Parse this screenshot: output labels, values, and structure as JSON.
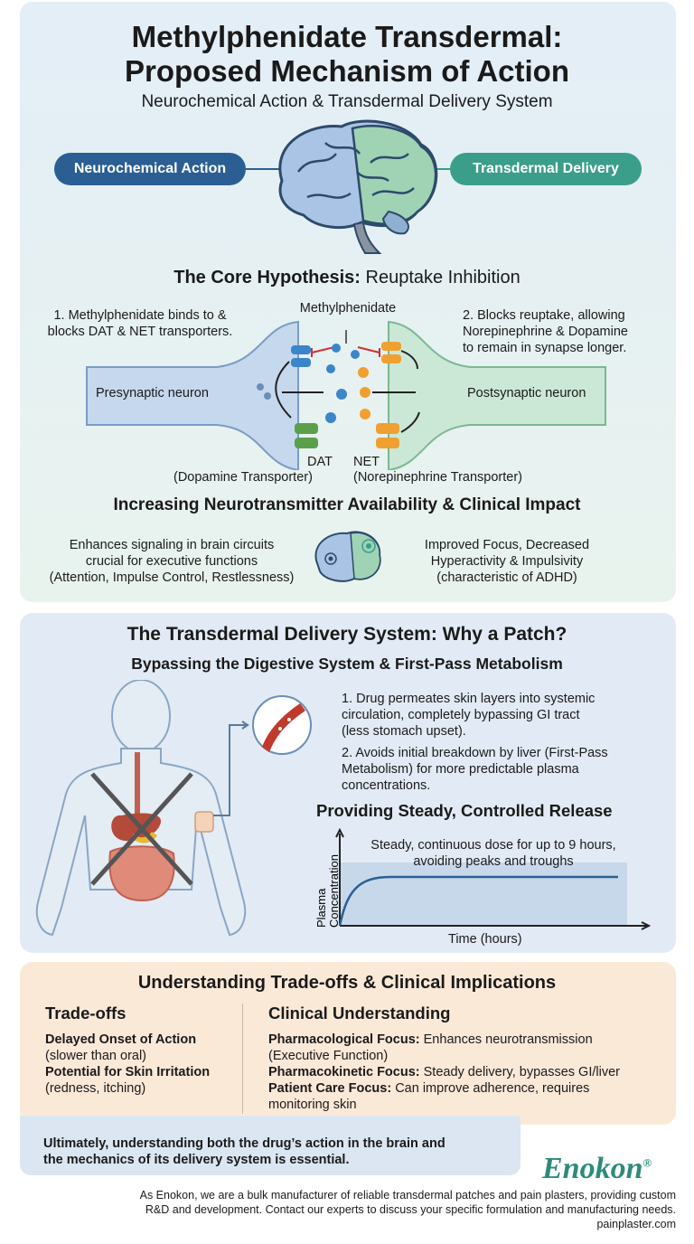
{
  "header": {
    "title_line1": "Methylphenidate Transdermal:",
    "title_line2": "Proposed Mechanism of Action",
    "subtitle": "Neurochemical Action & Transdermal Delivery System"
  },
  "pills": {
    "neurochemical": "Neurochemical Action",
    "transdermal": "Transdermal Delivery"
  },
  "hypothesis": {
    "heading_bold": "The Core Hypothesis:",
    "heading_rest": " Reuptake Inhibition",
    "step1_line1": "1. Methylphenidate binds to &",
    "step1_line2": "blocks DAT & NET transporters.",
    "drug_label": "Methylphenidate",
    "step2_line1": "2. Blocks reuptake, allowing",
    "step2_line2": "Norepinephrine & Dopamine",
    "step2_line3": "to remain in synapse longer.",
    "presynaptic": "Presynaptic neuron",
    "postsynaptic": "Postsynaptic neuron",
    "dat_label": "DAT",
    "dat_full": "(Dopamine Transporter)",
    "net_label": "NET",
    "net_full": "(Norepinephrine Transporter)",
    "colors": {
      "dat": "#5aa04a",
      "net": "#f0a030",
      "transporter_blue": "#3a86c8",
      "inhibit": "#d03030"
    }
  },
  "availability": {
    "heading": "Increasing Neurotransmitter Availability & Clinical Impact",
    "left_line1": "Enhances signaling in brain circuits",
    "left_line2": "crucial for executive functions",
    "left_line3": "(Attention, Impulse Control, Restlessness)",
    "right_line1": "Improved Focus, Decreased",
    "right_line2": "Hyperactivity & Impulsivity",
    "right_line3": "(characteristic of ADHD)"
  },
  "delivery": {
    "heading": "The Transdermal Delivery System: Why a Patch?",
    "subheading": "Bypassing the Digestive System & First-Pass Metabolism",
    "point1_line1": "1. Drug permeates skin layers into systemic",
    "point1_line2": "circulation, completely bypassing GI tract",
    "point1_line3": "(less stomach upset).",
    "point2_line1": "2. Avoids initial breakdown by liver (First-Pass",
    "point2_line2": "Metabolism) for more predictable plasma",
    "point2_line3": "concentrations.",
    "release_heading": "Providing Steady, Controlled Release",
    "release_note_line1": "Steady, continuous dose for up to 9 hours,",
    "release_note_line2": "avoiding peaks and troughs",
    "ylabel_line1": "Plasma",
    "ylabel_line2": "Concentration",
    "xlabel": "Time (hours)"
  },
  "tradeoffs": {
    "heading": "Understanding Trade-offs & Clinical Implications",
    "left_heading": "Trade-offs",
    "t1_bold": "Delayed Onset of Action",
    "t1_rest": "(slower than oral)",
    "t2_bold": "Potential for Skin Irritation",
    "t2_rest": "(redness, itching)",
    "right_heading": "Clinical Understanding",
    "c1_bold": "Pharmacological Focus:",
    "c1_rest": " Enhances neurotransmission",
    "c1_rest2": "(Executive Function)",
    "c2_bold": "Pharmacokinetic Focus:",
    "c2_rest": " Steady delivery, bypasses GI/liver",
    "c3_bold": "Patient Care Focus:",
    "c3_rest": " Can improve adherence, requires",
    "c3_rest2": "monitoring skin"
  },
  "ultimately": {
    "line1": "Ultimately, understanding both the drug’s action in the brain and",
    "line2": "the mechanics of its delivery system is essential."
  },
  "brand": {
    "logo": "Enokon",
    "reg": "®",
    "color": "#2e8b7a"
  },
  "footer": {
    "line1": "As Enokon, we are a bulk manufacturer of reliable transdermal patches and pain plasters, providing custom",
    "line2": "R&D and development. Contact our experts to discuss your specific formulation and manufacturing needs.",
    "line3": "painplaster.com"
  }
}
